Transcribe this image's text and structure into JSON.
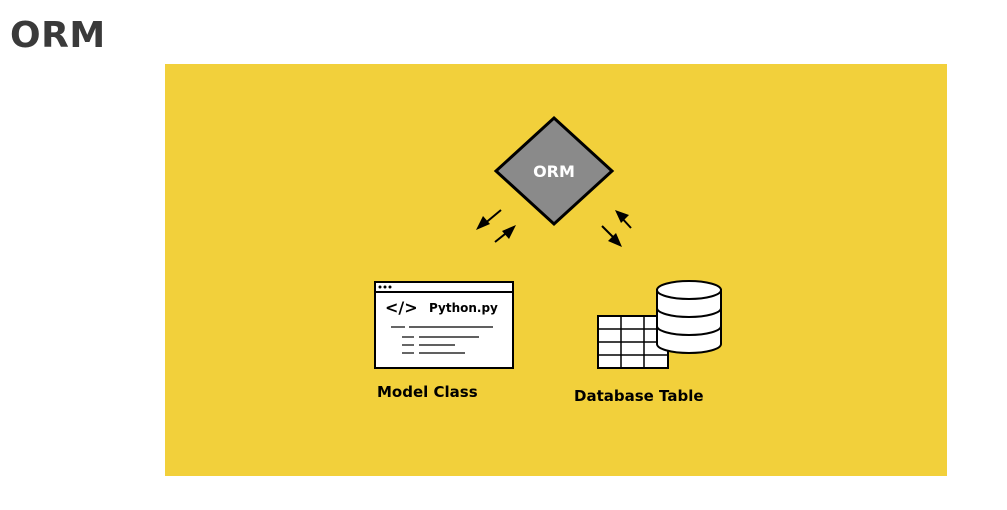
{
  "page": {
    "heading": "ORM"
  },
  "diagram": {
    "background_color": "#F2D03B",
    "orm_node": {
      "label": "ORM",
      "fill": "#8A8A8A"
    },
    "editor_window": {
      "filename_icon": "</>",
      "filename": "Python.py"
    },
    "model_label": "Model Class",
    "database_label": "Database Table"
  }
}
